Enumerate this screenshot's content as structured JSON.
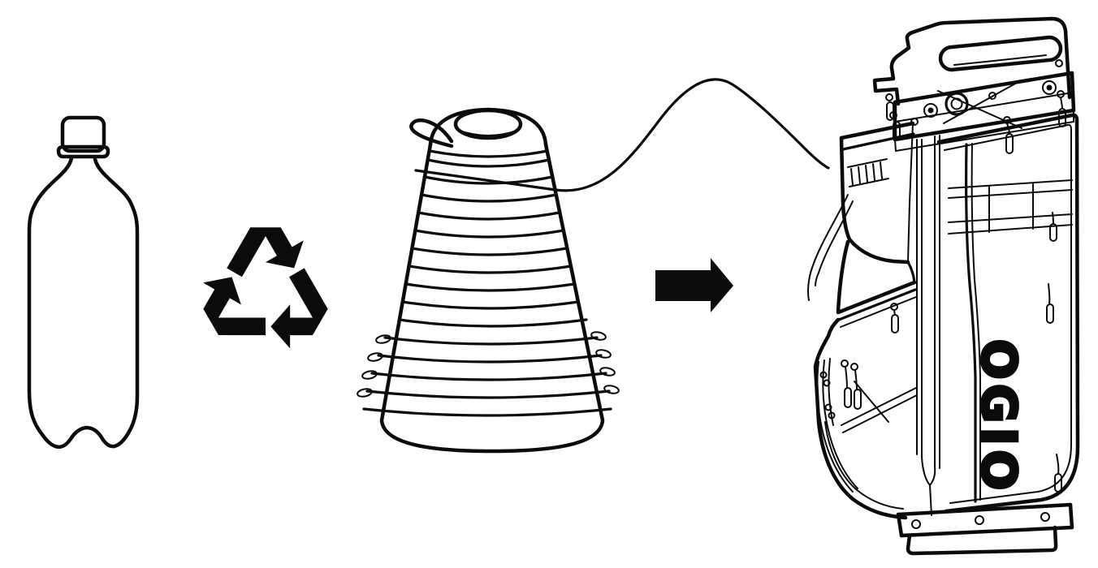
{
  "page": {
    "background": "#ffffff",
    "ink": "#0b0b0b"
  },
  "diagram": {
    "type": "process-flow",
    "description": "recycled plastic bottle becomes yarn which becomes an OGIO golf bag",
    "steps": [
      {
        "name": "plastic-bottle",
        "icon": "bottle-outline-icon"
      },
      {
        "name": "recycling",
        "icon": "recycle-arrows-icon",
        "glyph": "♻"
      },
      {
        "name": "yarn-cone",
        "icon": "thread-cone-icon"
      },
      {
        "name": "transforms-into",
        "icon": "arrow-right-icon",
        "glyph": "➡"
      },
      {
        "name": "golf-bag",
        "icon": "golf-cart-bag-icon",
        "logo_text": "OGIO"
      }
    ]
  }
}
